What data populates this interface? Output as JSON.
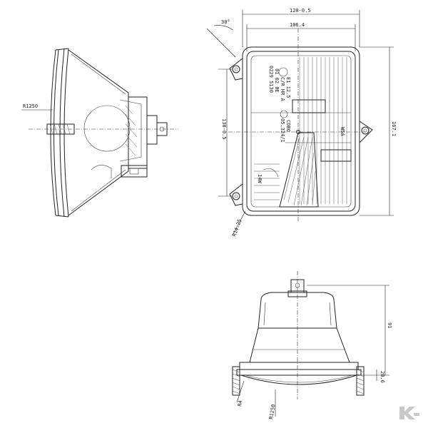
{
  "dimensions": {
    "width_total": "120-0.5",
    "width_inner": "106.4",
    "height_total": "167.1",
    "height_inner": "130-0.5",
    "angle": "30°",
    "radius_side": "R1250",
    "radius_corner": "R14.25",
    "bottom_height": "91",
    "bottom_offset": "20.6",
    "bottom_radius": "R1250",
    "bottom_small": "R4"
  },
  "lens_markings": {
    "line1": "E1 12.5",
    "line2": "C/R HR A",
    "line3": "01 02 0E",
    "line4": "0229 5130",
    "brand": "COBO",
    "code": "05.324/1",
    "power": "14W",
    "side_mark": "W5A"
  },
  "logo": {
    "name": "brand-k-logo",
    "color": "#c8c8c8"
  }
}
